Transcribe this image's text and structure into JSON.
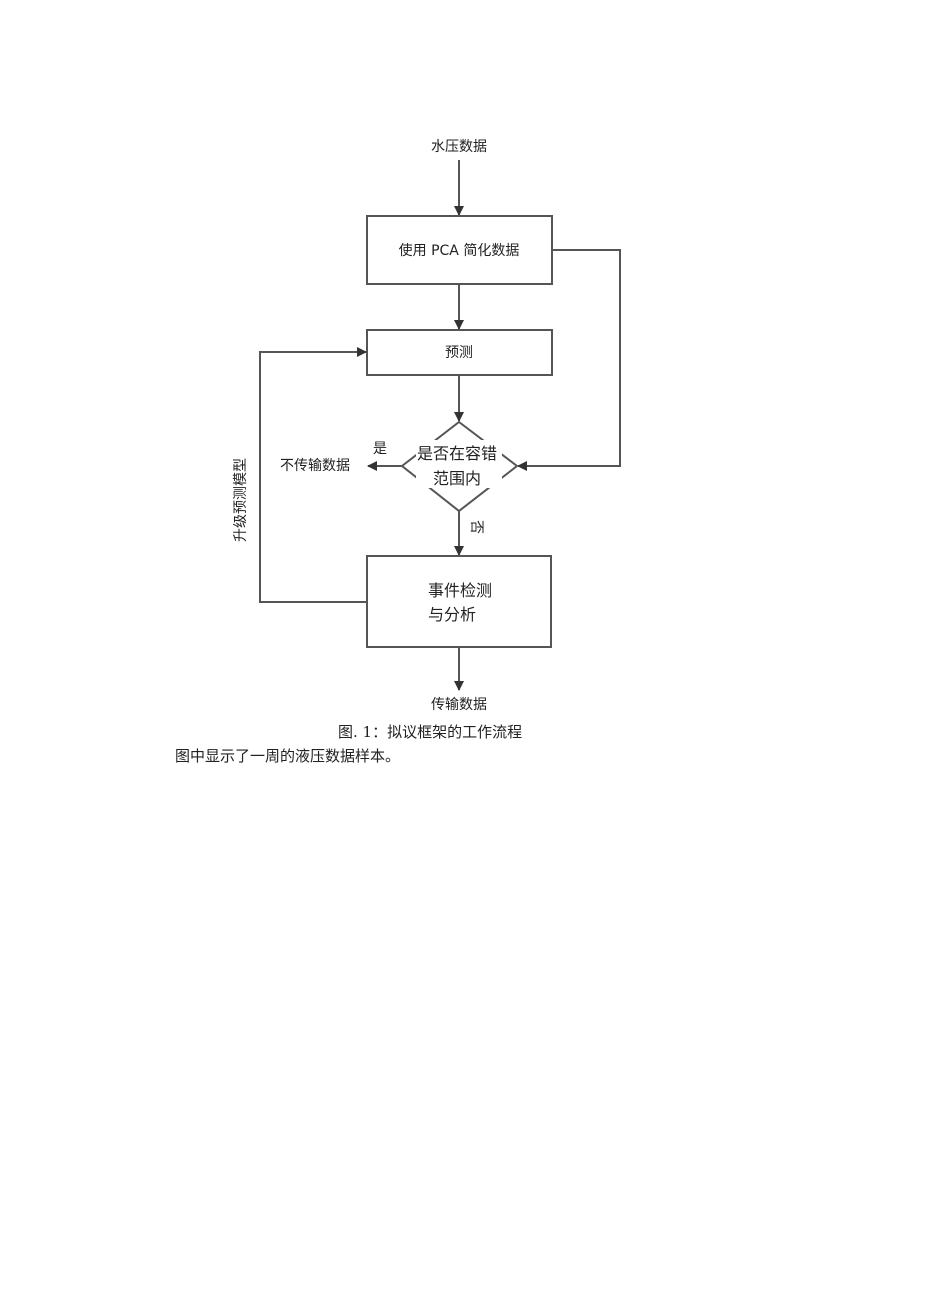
{
  "flowchart": {
    "input_label": "水压数据",
    "box_pca": "使用 PCA 简化数据",
    "box_predict": "预测",
    "decision_line1": "是否在容错",
    "decision_line2": "范围内",
    "yes_label": "是",
    "no_label": "否",
    "no_transmit": "不传输数据",
    "update_model": "升级预测模型",
    "event_line1": "事件检测",
    "event_line2": "与分析",
    "output_label": "传输数据"
  },
  "caption": "图. 1：拟议框架的工作流程",
  "body_text": "图中显示了一周的液压数据样本。"
}
